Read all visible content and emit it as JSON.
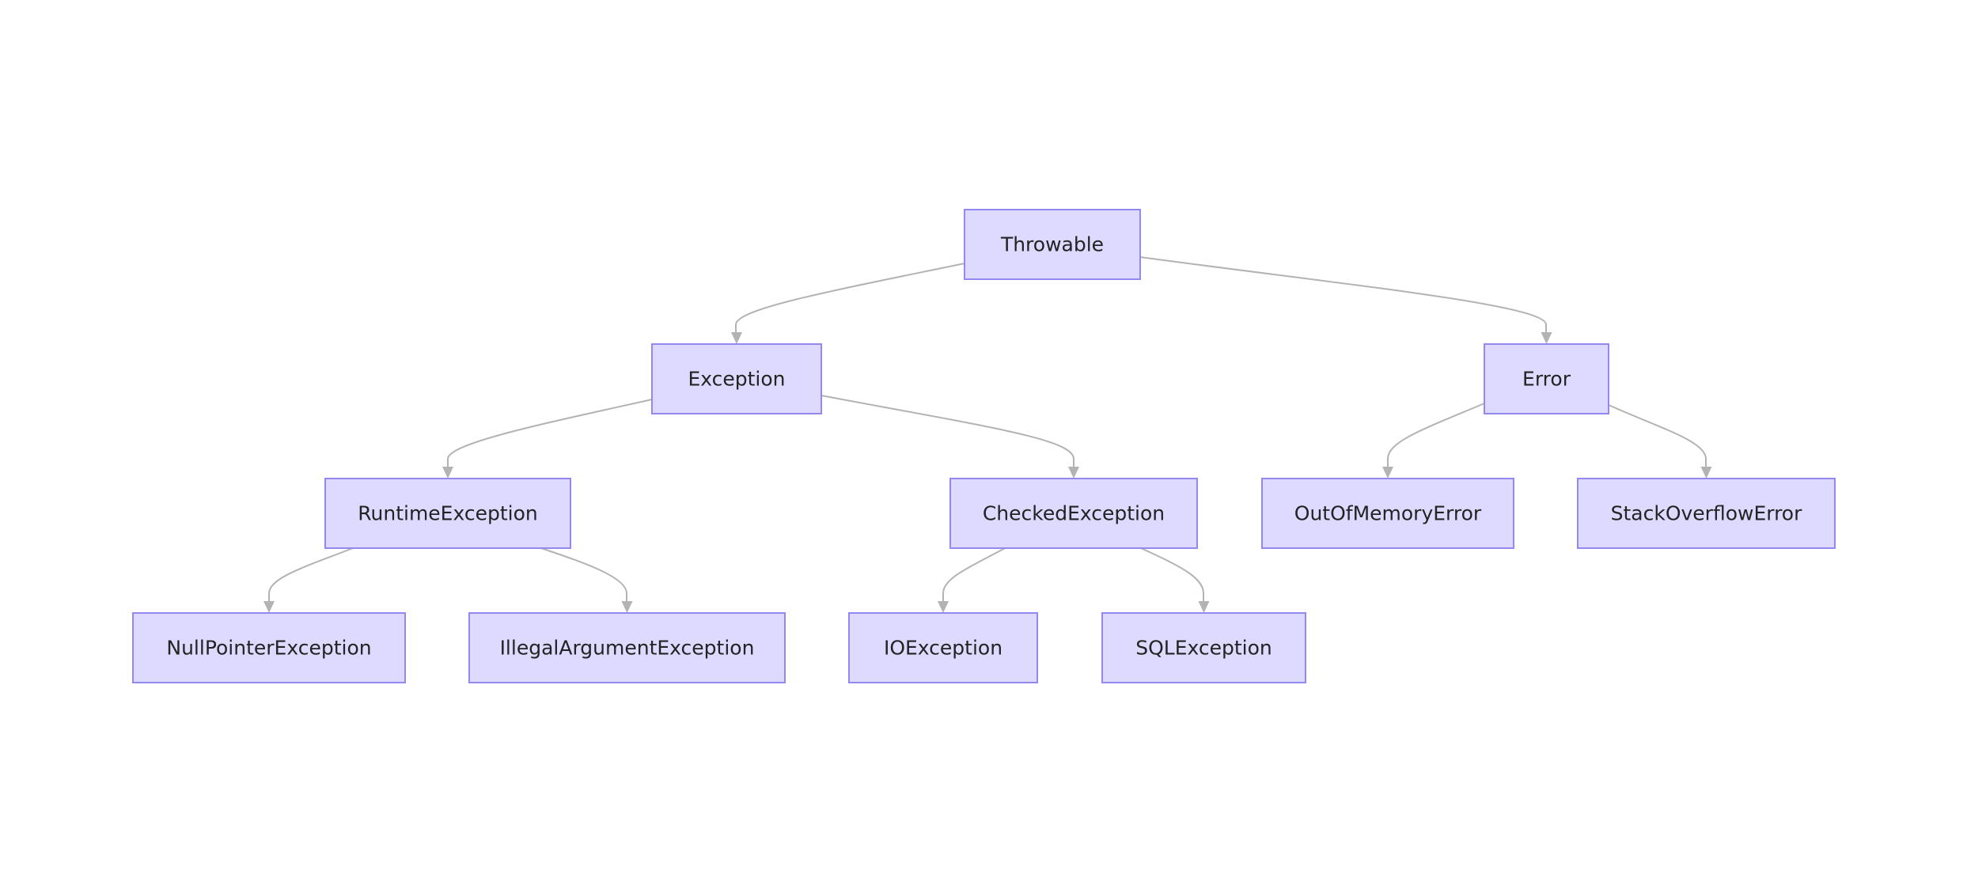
{
  "diagram": {
    "type": "class-hierarchy-tree",
    "colors": {
      "node_fill": "#ddd9ff",
      "node_border": "#9388f0",
      "edge": "#b3b3b3",
      "text": "#232323",
      "background": "#ffffff"
    },
    "nodes": [
      {
        "id": "throwable",
        "label": "Throwable"
      },
      {
        "id": "exception",
        "label": "Exception"
      },
      {
        "id": "error",
        "label": "Error"
      },
      {
        "id": "runtime",
        "label": "RuntimeException"
      },
      {
        "id": "checked",
        "label": "CheckedException"
      },
      {
        "id": "oom",
        "label": "OutOfMemoryError"
      },
      {
        "id": "soe",
        "label": "StackOverflowError"
      },
      {
        "id": "npe",
        "label": "NullPointerException"
      },
      {
        "id": "iae",
        "label": "IllegalArgumentException"
      },
      {
        "id": "ioe",
        "label": "IOException"
      },
      {
        "id": "sqle",
        "label": "SQLException"
      }
    ],
    "edges": [
      {
        "from": "throwable",
        "to": "exception"
      },
      {
        "from": "throwable",
        "to": "error"
      },
      {
        "from": "exception",
        "to": "runtime"
      },
      {
        "from": "exception",
        "to": "checked"
      },
      {
        "from": "error",
        "to": "oom"
      },
      {
        "from": "error",
        "to": "soe"
      },
      {
        "from": "runtime",
        "to": "npe"
      },
      {
        "from": "runtime",
        "to": "iae"
      },
      {
        "from": "checked",
        "to": "ioe"
      },
      {
        "from": "checked",
        "to": "sqle"
      }
    ]
  }
}
